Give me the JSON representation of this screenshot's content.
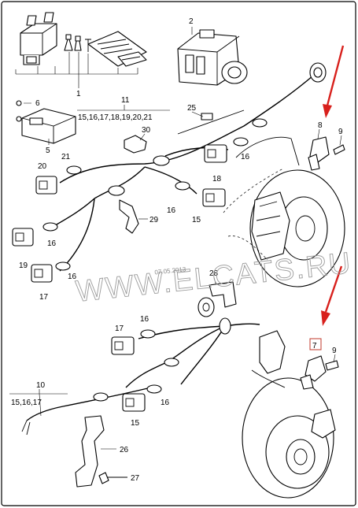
{
  "callouts": {
    "c1": "1",
    "c2": "2",
    "c5": "5",
    "c6": "6",
    "c7": "7",
    "c8": "8",
    "c9a": "9",
    "c9b": "9",
    "c10": "10",
    "c10_list": "15,16,17",
    "c11": "11",
    "c11_list": "15,16,17,18,19,20,21",
    "c15a": "15",
    "c15b": "15",
    "c16a": "16",
    "c16b": "16",
    "c16c": "16",
    "c16d": "16",
    "c16e": "16",
    "c16f": "16",
    "c17a": "17",
    "c17b": "17",
    "c18": "18",
    "c19": "19",
    "c20": "20",
    "c21": "21",
    "c25": "25",
    "c26": "26",
    "c27": "27",
    "c28": "28",
    "c29": "29",
    "c30": "30"
  },
  "watermark": {
    "site": "WWW.ELCATS.RU",
    "date": "07.05.2013"
  },
  "colors": {
    "arrow": "#d8201c",
    "highlight_box": "#c0392b",
    "watermark": "#9a9a9a"
  }
}
